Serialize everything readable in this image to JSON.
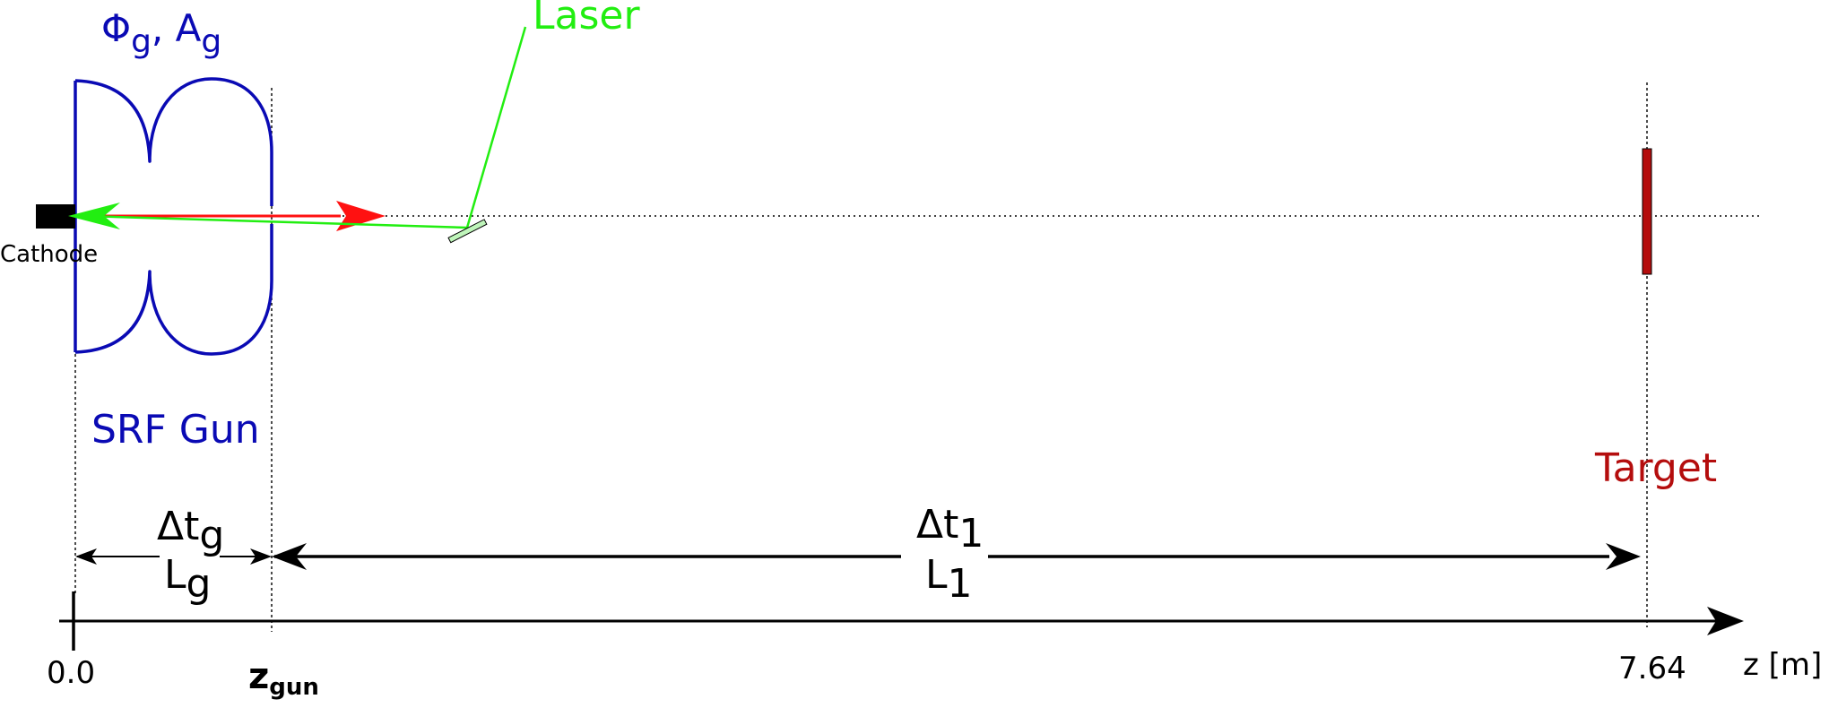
{
  "labels": {
    "gun_params_main": "Φ",
    "gun_params_sub1": "g",
    "gun_params_sep": ", A",
    "gun_params_sub2": "g",
    "laser": "Laser",
    "cathode": "Cathode",
    "srf_gun": "SRF Gun",
    "target": "Target",
    "dt_g_main": "Δt",
    "dt_g_sub": "g",
    "l_g_main": "L",
    "l_g_sub": "g",
    "dt_1_main": "Δt",
    "dt_1_sub": "1",
    "l_1_main": "L",
    "l_1_sub": "1",
    "tick_zero": "0.0",
    "z_gun_main": "z",
    "z_gun_sub": "gun",
    "tick_end": "7.64",
    "axis_label": "z [m]"
  },
  "colors": {
    "gun": "#0a0ab4",
    "laser": "#22ee11",
    "beam": "#ff1111",
    "target": "#b40d0d",
    "ink": "#000000"
  }
}
